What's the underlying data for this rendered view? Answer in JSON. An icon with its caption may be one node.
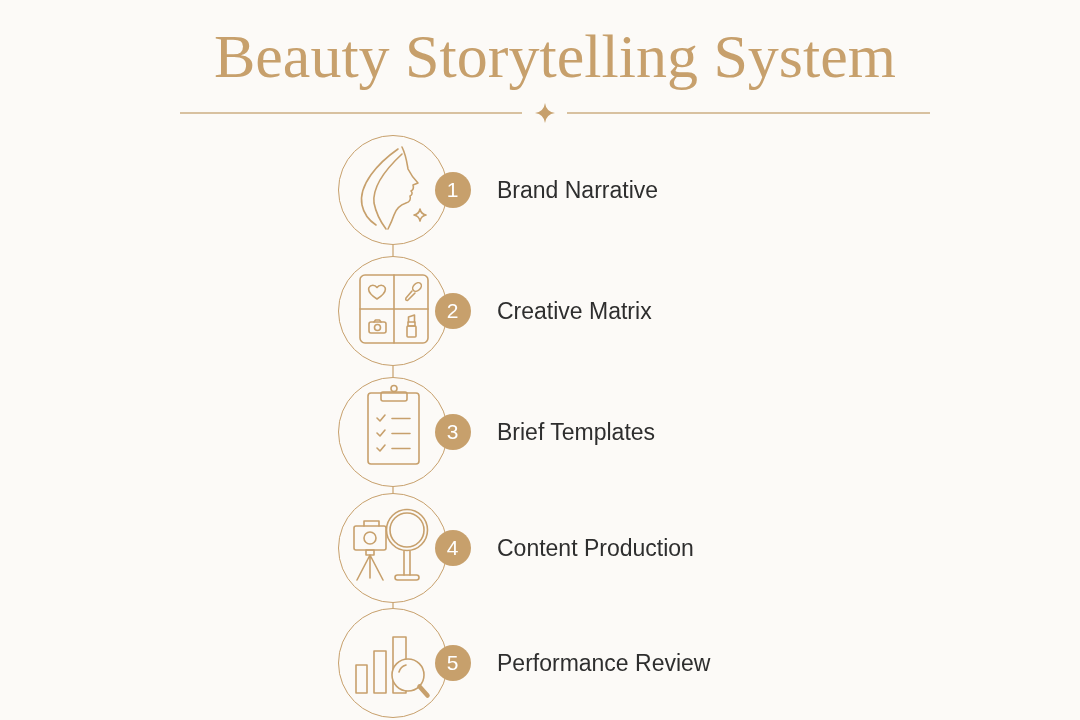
{
  "diagram": {
    "title": "Beauty Storytelling System",
    "nodes": [
      {
        "text": [
          "1"
        ],
        "beside": [
          "Brand Narrative"
        ]
      },
      {
        "text": [
          "2"
        ],
        "beside": [
          "Creative Matrix"
        ]
      },
      {
        "text": [
          "3"
        ],
        "beside": [
          "Brief Templates"
        ]
      },
      {
        "text": [
          "4"
        ],
        "beside": [
          "Content Production"
        ]
      },
      {
        "text": [
          "5"
        ],
        "beside": [
          "Performance Review"
        ]
      }
    ],
    "edges": [
      {
        "from": 0,
        "to": 1,
        "arrow": "none"
      },
      {
        "from": 1,
        "to": 2,
        "arrow": "none"
      },
      {
        "from": 2,
        "to": 3,
        "arrow": "none"
      },
      {
        "from": 3,
        "to": 4,
        "arrow": "none"
      }
    ]
  }
}
